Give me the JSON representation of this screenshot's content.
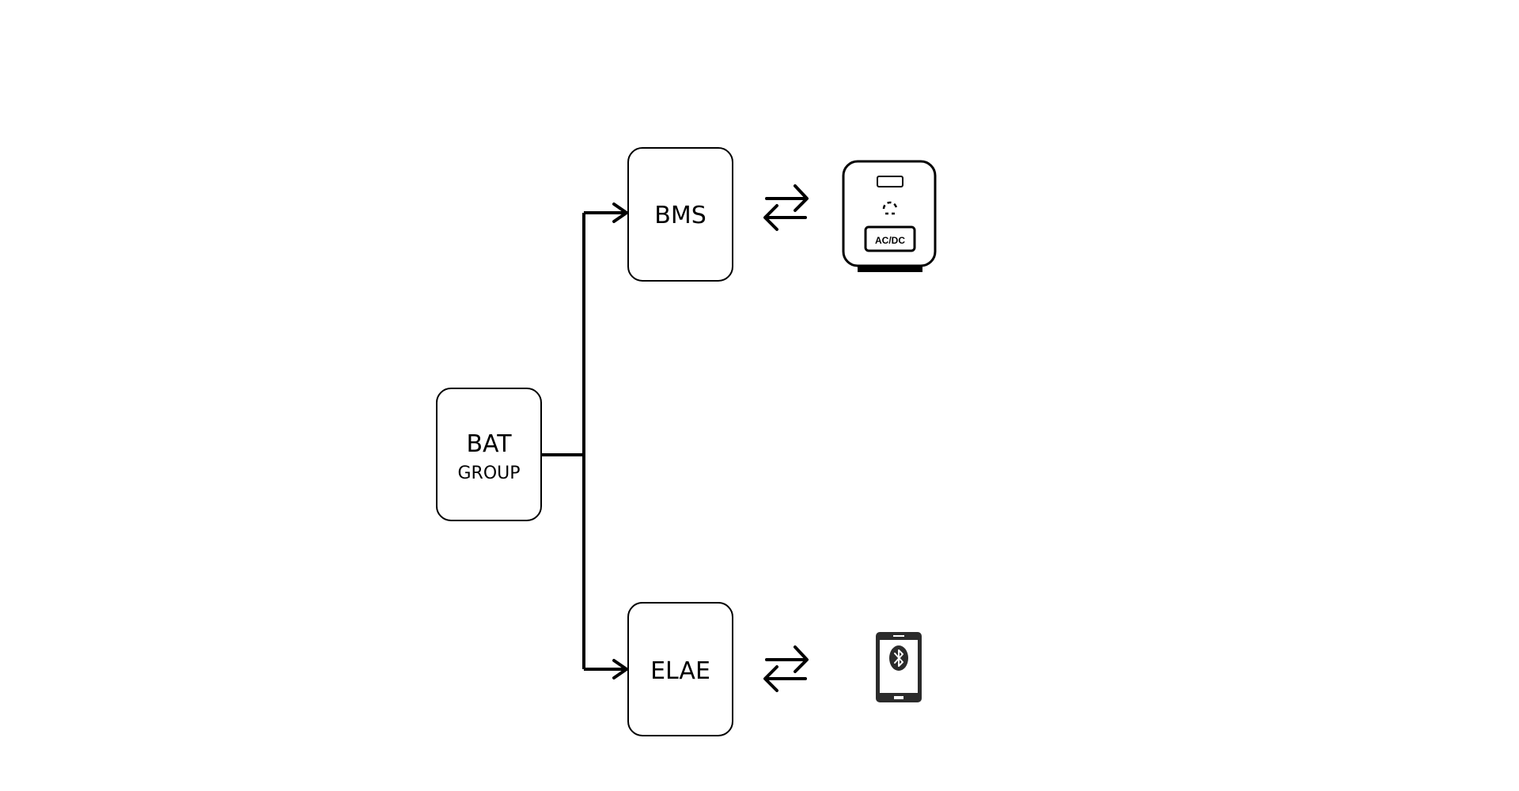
{
  "diagram": {
    "bat_group": {
      "line1": "BAT",
      "line2": "GROUP"
    },
    "bms": {
      "label": "BMS"
    },
    "elae": {
      "label": "ELAE"
    },
    "charger": {
      "label": "AC/DC"
    },
    "icons": {
      "bms_link": "bidirectional-arrow-icon",
      "elae_link": "bidirectional-arrow-icon",
      "charger": "charger-icon",
      "phone": "bluetooth-phone-icon"
    },
    "colors": {
      "stroke": "#000000",
      "device": "#2b2b2b",
      "background": "#ffffff"
    }
  }
}
